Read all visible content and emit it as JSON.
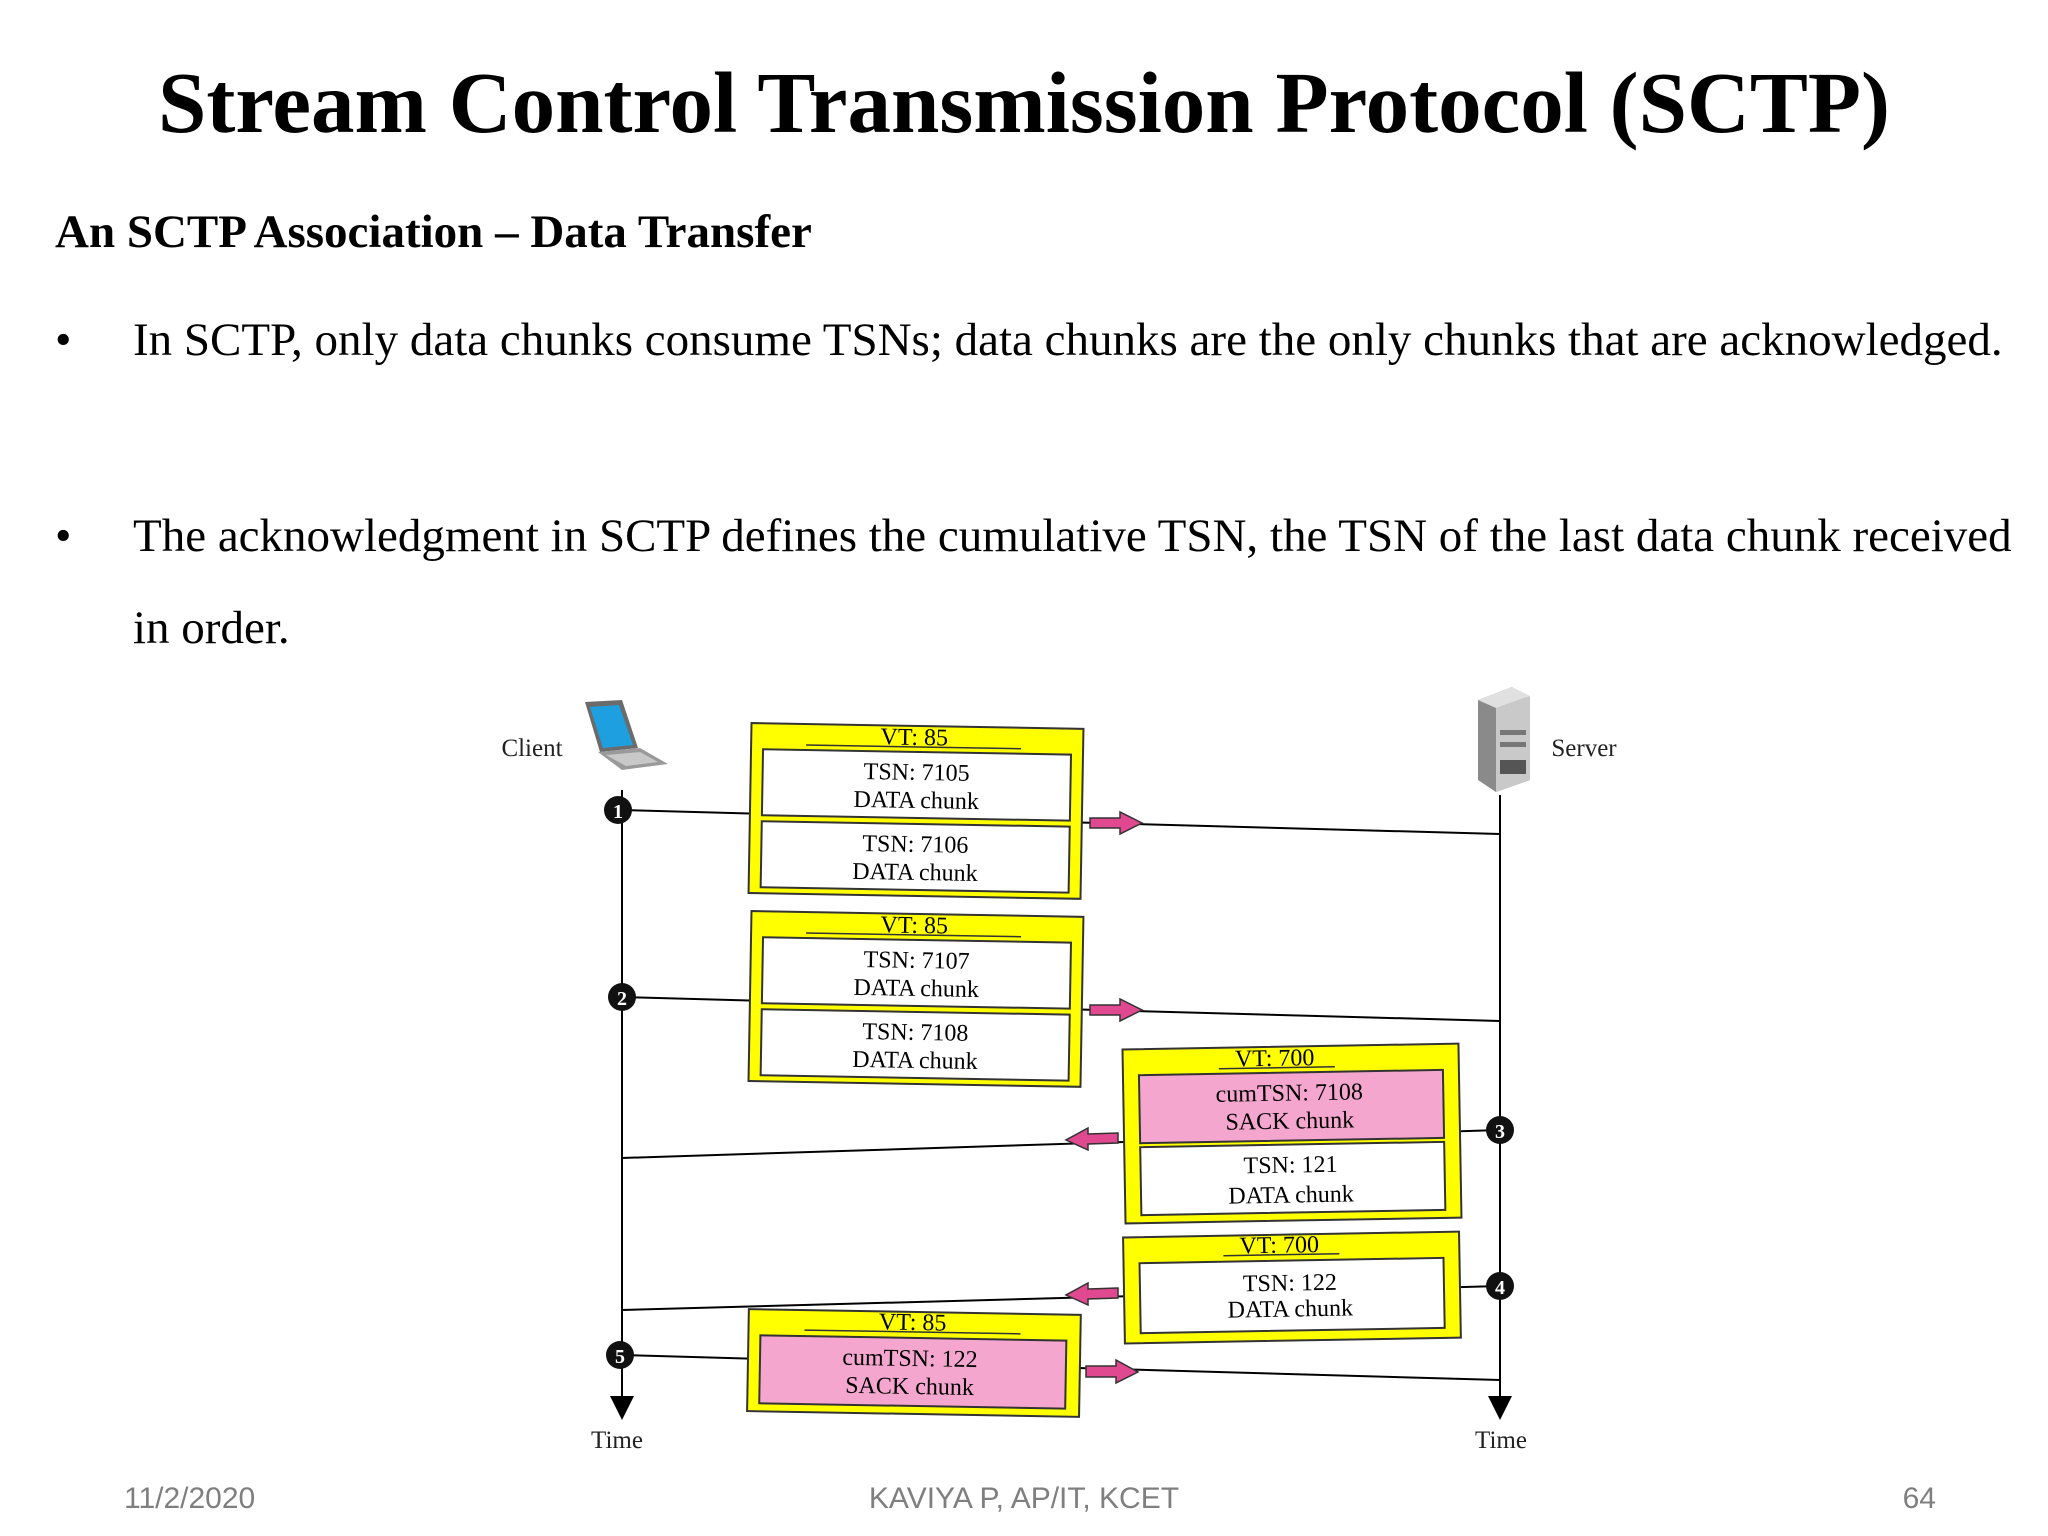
{
  "slide": {
    "title": "Stream Control Transmission Protocol (SCTP)",
    "subtitle": "An SCTP Association – Data Transfer",
    "bullets": [
      "In SCTP, only data chunks consume TSNs; data chunks are the only chunks that are acknowledged.",
      "The acknowledgment in SCTP defines the cumulative TSN, the TSN of the last data chunk received in order."
    ],
    "bullet_symbol": "•"
  },
  "diagram": {
    "client_label": "Client",
    "server_label": "Server",
    "time_label_client": "Time",
    "time_label_server": "Time",
    "packets": [
      {
        "step": "1",
        "vt": "VT: 85",
        "direction": "client-to-server",
        "chunks": [
          {
            "line1": "TSN: 7105",
            "line2": "DATA chunk",
            "kind": "data"
          },
          {
            "line1": "TSN: 7106",
            "line2": "DATA chunk",
            "kind": "data"
          }
        ]
      },
      {
        "step": "2",
        "vt": "VT: 85",
        "direction": "client-to-server",
        "chunks": [
          {
            "line1": "TSN: 7107",
            "line2": "DATA chunk",
            "kind": "data"
          },
          {
            "line1": "TSN: 7108",
            "line2": "DATA chunk",
            "kind": "data"
          }
        ]
      },
      {
        "step": "3",
        "vt": "VT: 700",
        "direction": "server-to-client",
        "chunks": [
          {
            "line1": "cumTSN: 7108",
            "line2": "SACK chunk",
            "kind": "sack"
          },
          {
            "line1": "TSN: 121",
            "line2": "DATA chunk",
            "kind": "data"
          }
        ]
      },
      {
        "step": "4",
        "vt": "VT: 700",
        "direction": "server-to-client",
        "chunks": [
          {
            "line1": "TSN: 122",
            "line2": "DATA chunk",
            "kind": "data"
          }
        ]
      },
      {
        "step": "5",
        "vt": "VT: 85",
        "direction": "client-to-server",
        "chunks": [
          {
            "line1": "cumTSN: 122",
            "line2": "SACK chunk",
            "kind": "sack"
          }
        ]
      }
    ],
    "colors": {
      "packet_fill": "#ffff00",
      "sack_fill": "#f4a6cf",
      "arrow_fill": "#e0488f"
    }
  },
  "footer": {
    "date": "11/2/2020",
    "author": "KAVIYA P, AP/IT, KCET",
    "page": "64"
  }
}
